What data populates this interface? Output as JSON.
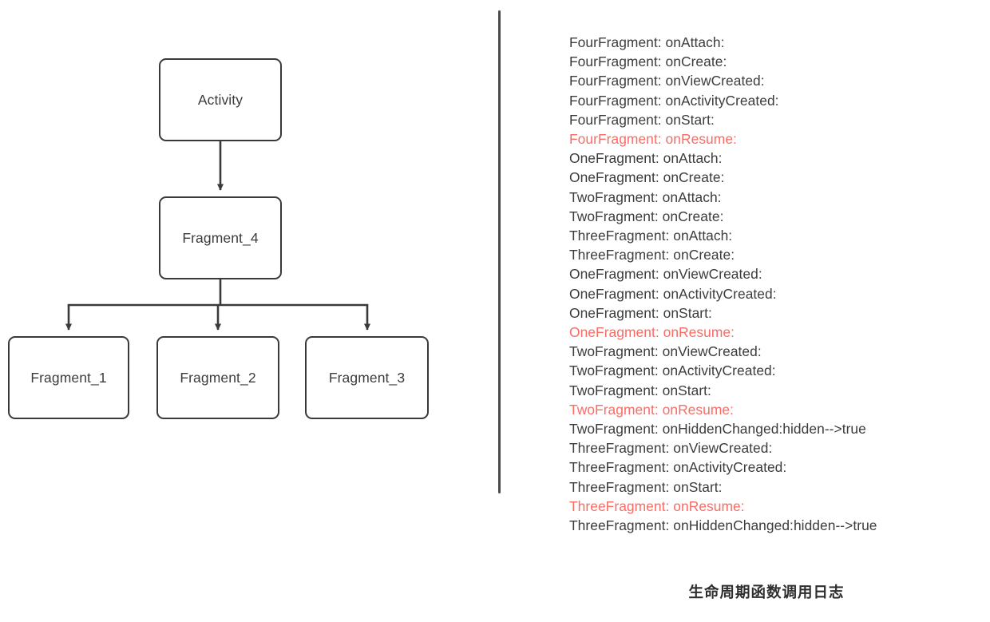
{
  "diagram": {
    "title": "fragment-hierarchy-flowchart",
    "nodes": [
      {
        "id": "activity",
        "label": "Activity"
      },
      {
        "id": "fragment4",
        "label": "Fragment_4"
      },
      {
        "id": "fragment1",
        "label": "Fragment_1"
      },
      {
        "id": "fragment2",
        "label": "Fragment_2"
      },
      {
        "id": "fragment3",
        "label": "Fragment_3"
      }
    ],
    "edges": [
      {
        "from": "activity",
        "to": "fragment4"
      },
      {
        "from": "fragment4",
        "to": "fragment1"
      },
      {
        "from": "fragment4",
        "to": "fragment2"
      },
      {
        "from": "fragment4",
        "to": "fragment3"
      }
    ],
    "stroke_color": "#3a3a3a"
  },
  "divider": {
    "color": "#4a4a4a"
  },
  "log": {
    "highlight_color": "#fa6b63",
    "text_color": "#3c3c3c",
    "lines": [
      {
        "text": "FourFragment: onAttach:",
        "highlight": false
      },
      {
        "text": "FourFragment: onCreate:",
        "highlight": false
      },
      {
        "text": "FourFragment: onViewCreated:",
        "highlight": false
      },
      {
        "text": "FourFragment: onActivityCreated:",
        "highlight": false
      },
      {
        "text": "FourFragment: onStart:",
        "highlight": false
      },
      {
        "text": "FourFragment: onResume:",
        "highlight": true
      },
      {
        "text": "OneFragment: onAttach:",
        "highlight": false
      },
      {
        "text": "OneFragment: onCreate:",
        "highlight": false
      },
      {
        "text": "TwoFragment: onAttach:",
        "highlight": false
      },
      {
        "text": "TwoFragment: onCreate:",
        "highlight": false
      },
      {
        "text": "ThreeFragment: onAttach:",
        "highlight": false
      },
      {
        "text": "ThreeFragment: onCreate:",
        "highlight": false
      },
      {
        "text": "OneFragment: onViewCreated:",
        "highlight": false
      },
      {
        "text": "OneFragment: onActivityCreated:",
        "highlight": false
      },
      {
        "text": "OneFragment: onStart:",
        "highlight": false
      },
      {
        "text": "OneFragment: onResume:",
        "highlight": true
      },
      {
        "text": "TwoFragment: onViewCreated:",
        "highlight": false
      },
      {
        "text": "TwoFragment: onActivityCreated:",
        "highlight": false
      },
      {
        "text": "TwoFragment: onStart:",
        "highlight": false
      },
      {
        "text": "TwoFragment: onResume:",
        "highlight": true
      },
      {
        "text": "TwoFragment: onHiddenChanged:hidden-->true",
        "highlight": false
      },
      {
        "text": "ThreeFragment: onViewCreated:",
        "highlight": false
      },
      {
        "text": "ThreeFragment: onActivityCreated:",
        "highlight": false
      },
      {
        "text": "ThreeFragment: onStart:",
        "highlight": false
      },
      {
        "text": "ThreeFragment: onResume:",
        "highlight": true
      },
      {
        "text": "ThreeFragment: onHiddenChanged:hidden-->true",
        "highlight": false
      }
    ]
  },
  "caption": {
    "text": "生命周期函数调用日志"
  }
}
